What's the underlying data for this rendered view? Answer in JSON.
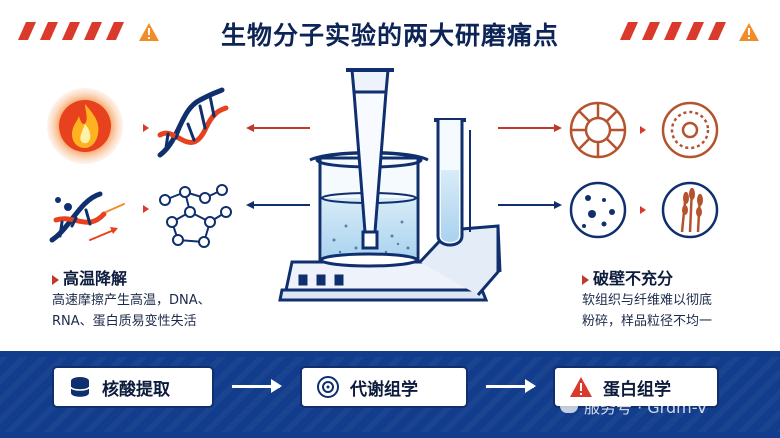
{
  "title": "生物分子实验的两大研磨痛点",
  "left": {
    "heading": "高温降解",
    "desc_line1": "高速摩擦产生高温，DNA、",
    "desc_line2": "RNA、蛋白质易变性失活"
  },
  "right": {
    "heading": "破壁不充分",
    "desc_line1": "软组织与纤维难以彻底",
    "desc_line2": "粉碎，样品粒径不均一"
  },
  "workflow": [
    {
      "label": "核酸提取",
      "icon": "database-icon"
    },
    {
      "label": "代谢组学",
      "icon": "target-icon"
    },
    {
      "label": "蛋白组学",
      "icon": "warning-icon"
    }
  ],
  "watermark": "服务号 · Grdm-V",
  "colors": {
    "navy": "#123c8c",
    "red": "#d93a2b",
    "orange": "#f28c28",
    "brown": "#b5532e"
  }
}
